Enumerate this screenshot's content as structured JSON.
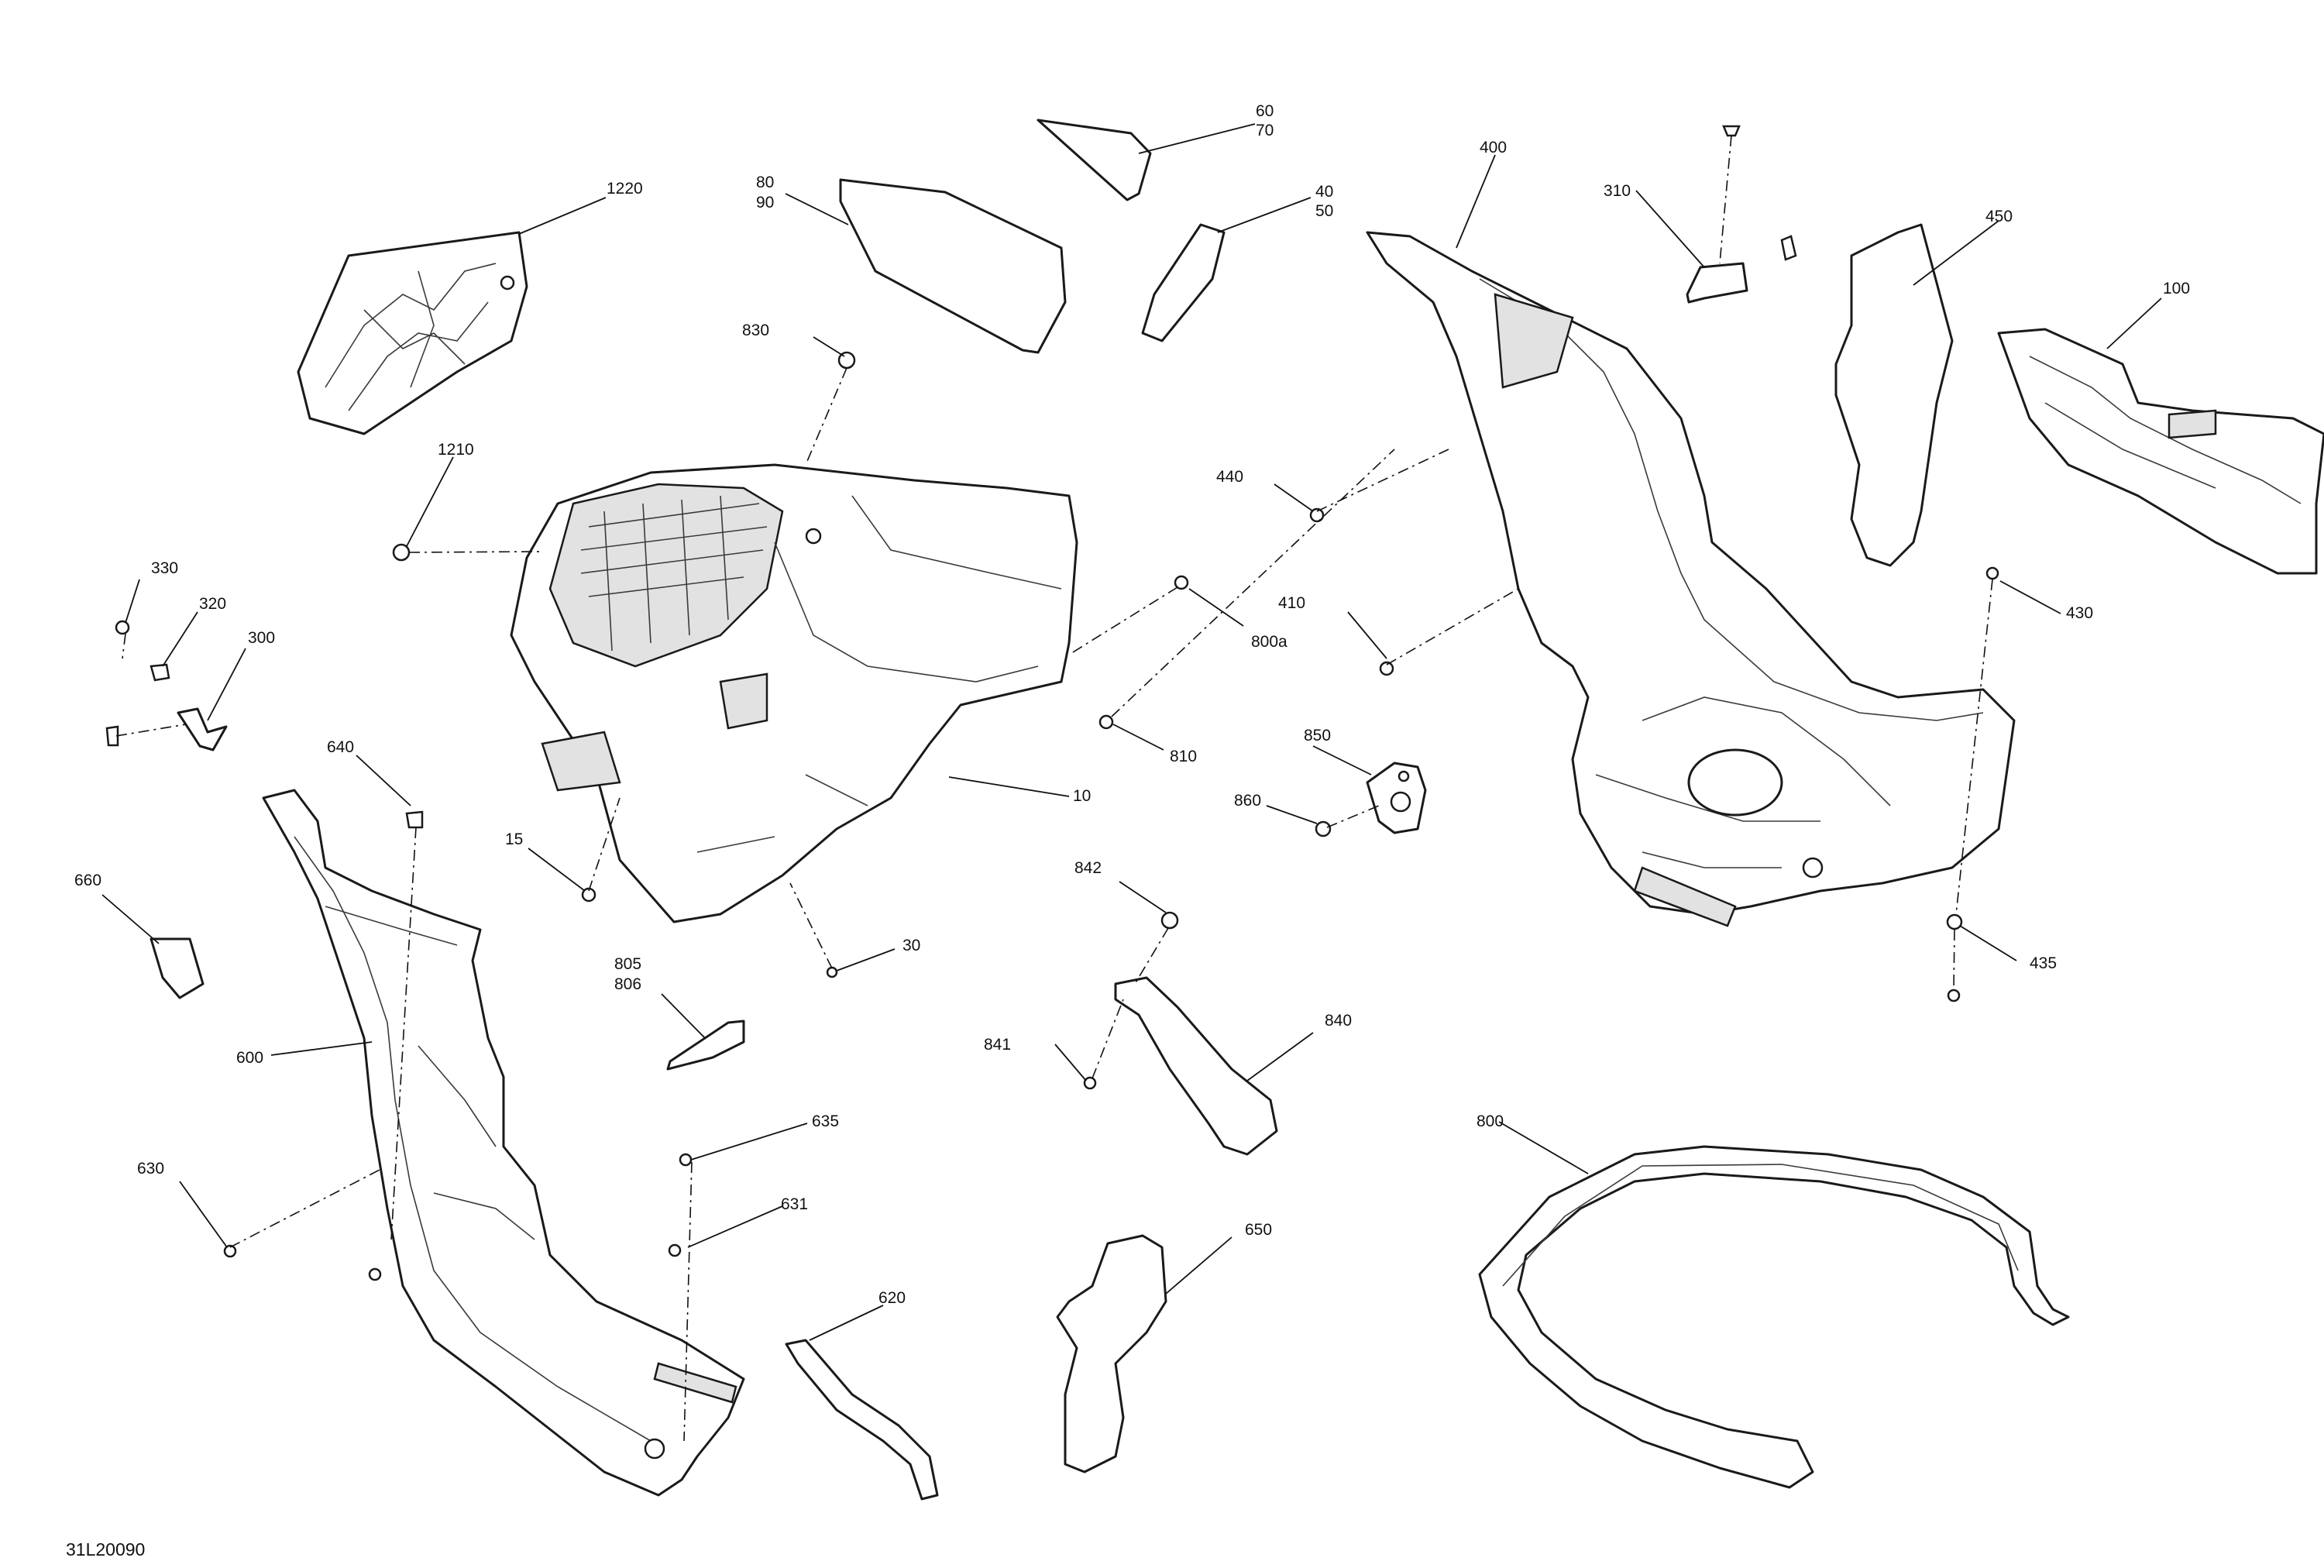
{
  "drawing_number": "31L20090",
  "callouts": {
    "c1220": "1220",
    "c80": "80",
    "c90": "90",
    "c60": "60",
    "c70": "70",
    "c40": "40",
    "c50": "50",
    "c400": "400",
    "c310": "310",
    "c450": "450",
    "c100": "100",
    "c830": "830",
    "c1210": "1210",
    "c440": "440",
    "c330": "330",
    "c320": "320",
    "c300": "300",
    "c800a": "800a",
    "c410": "410",
    "c430": "430",
    "c810": "810",
    "c640": "640",
    "c10": "10",
    "c850": "850",
    "c860": "860",
    "c15": "15",
    "c660": "660",
    "c842": "842",
    "c30": "30",
    "c805": "805",
    "c806": "806",
    "c435": "435",
    "c600": "600",
    "c840": "840",
    "c841": "841",
    "c635": "635",
    "c800": "800",
    "c630": "630",
    "c631": "631",
    "c650": "650",
    "c620": "620"
  }
}
